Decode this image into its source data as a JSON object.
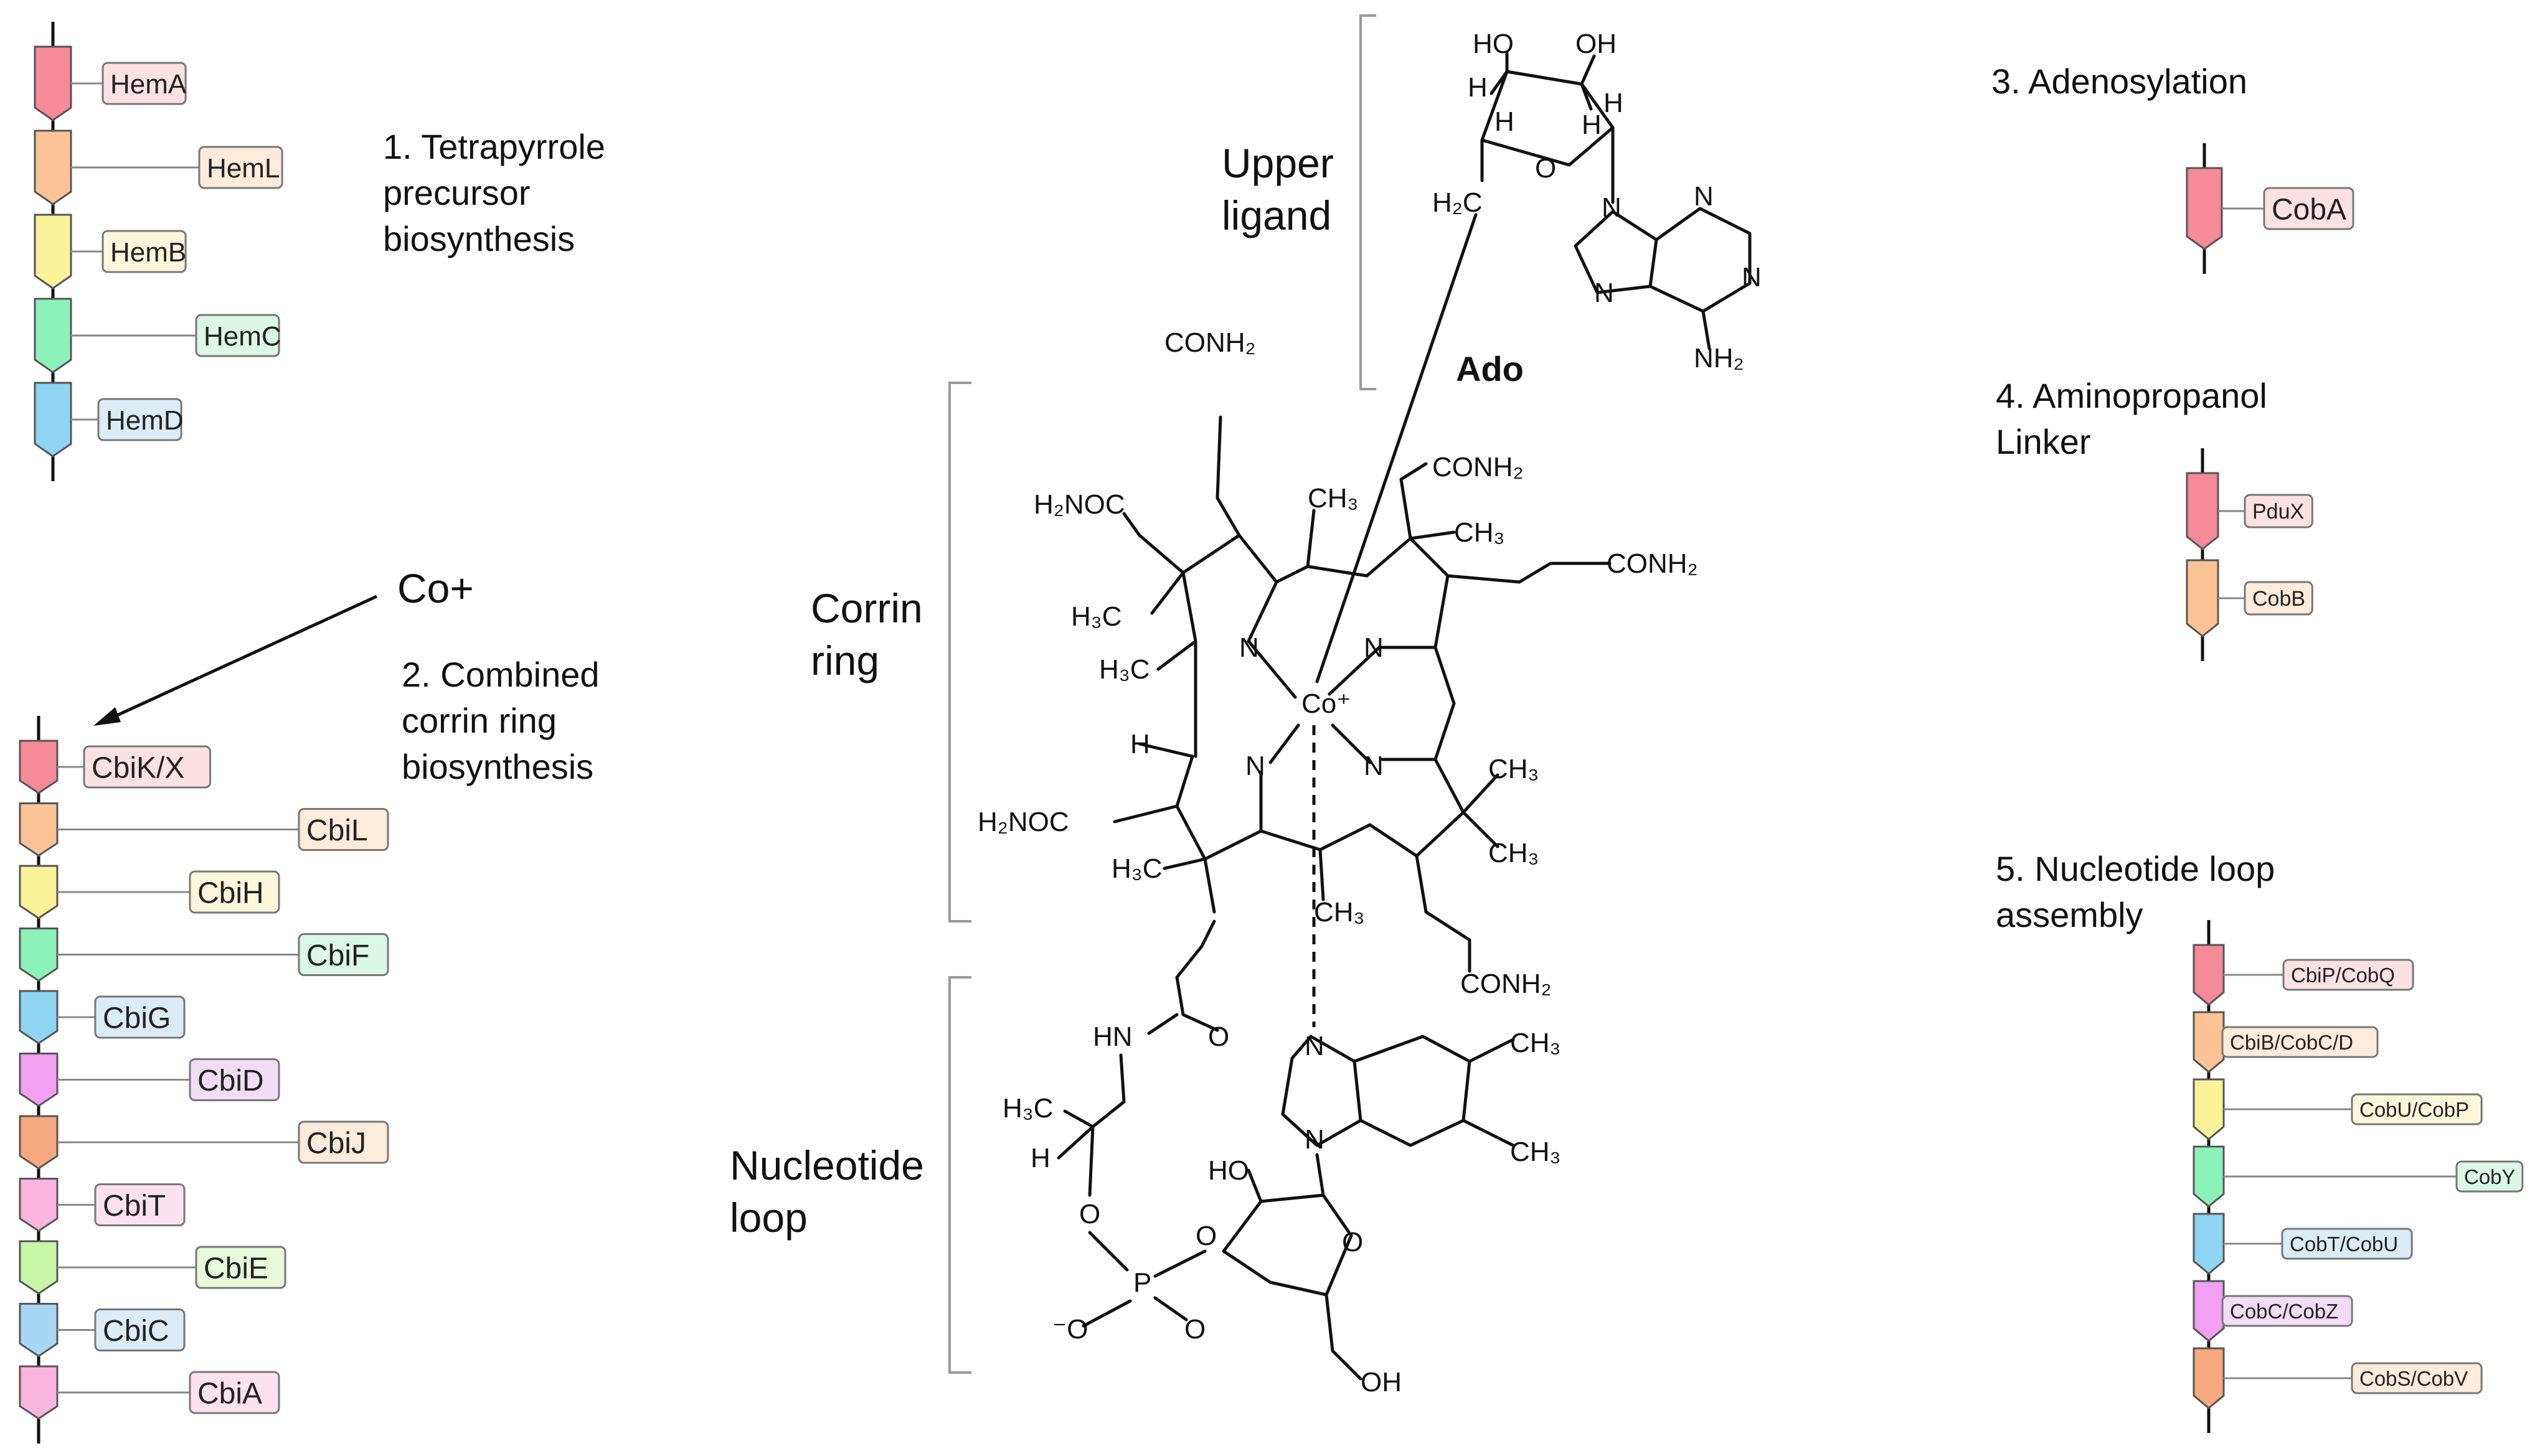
{
  "colors": {
    "red": "#f58a98",
    "orange": "#fbc395",
    "yellow": "#fbf39a",
    "green": "#8cf2b9",
    "blue": "#8fd5f3",
    "purple": "#f2a1f2",
    "orange2": "#f6a97f",
    "pink": "#f9b5dd",
    "lime": "#c8f6a6",
    "sky": "#a8d7f5",
    "red_box": "#fbe1e4",
    "orange_box": "#fdebdc",
    "yellow_box": "#fcf7dc",
    "green_box": "#dcf6e7",
    "blue_box": "#dcecf6",
    "purple_box": "#f3dcf5",
    "pink_box": "#fbe2ee",
    "lime_box": "#e7f8db"
  },
  "sections": {
    "s1": [
      "1. Tetrapyrrole",
      "precursor",
      "biosynthesis"
    ],
    "s2": [
      "2. Combined",
      "corrin ring",
      "biosynthesis"
    ],
    "s3": [
      "3. Adenosylation"
    ],
    "s4": [
      "4. Aminopropanol",
      "Linker"
    ],
    "s5": [
      "5. Nucleotide loop",
      "assembly"
    ]
  },
  "cobalt_arrow_label": "Co+",
  "gene_groups": {
    "g1": [
      {
        "name": "HemA",
        "color": "red"
      },
      {
        "name": "HemL",
        "color": "orange"
      },
      {
        "name": "HemB",
        "color": "yellow"
      },
      {
        "name": "HemC",
        "color": "green"
      },
      {
        "name": "HemD",
        "color": "blue"
      }
    ],
    "g2": [
      {
        "name": "CbiK/X",
        "color": "red"
      },
      {
        "name": "CbiL",
        "color": "orange"
      },
      {
        "name": "CbiH",
        "color": "yellow"
      },
      {
        "name": "CbiF",
        "color": "green"
      },
      {
        "name": "CbiG",
        "color": "blue"
      },
      {
        "name": "CbiD",
        "color": "purple"
      },
      {
        "name": "CbiJ",
        "color": "orange2"
      },
      {
        "name": "CbiT",
        "color": "pink"
      },
      {
        "name": "CbiE",
        "color": "lime"
      },
      {
        "name": "CbiC",
        "color": "sky"
      },
      {
        "name": "CbiA",
        "color": "pink"
      }
    ],
    "g3": [
      {
        "name": "CobA",
        "color": "red"
      }
    ],
    "g4": [
      {
        "name": "PduX",
        "color": "red"
      },
      {
        "name": "CobB",
        "color": "orange"
      }
    ],
    "g5": [
      {
        "name": "CbiP/CobQ",
        "color": "red"
      },
      {
        "name": "CbiB/CobC/D",
        "color": "orange"
      },
      {
        "name": "CobU/CobP",
        "color": "yellow"
      },
      {
        "name": "CobY",
        "color": "green"
      },
      {
        "name": "CobT/CobU",
        "color": "blue"
      },
      {
        "name": "CobC/CobZ",
        "color": "purple"
      },
      {
        "name": "CobS/CobV",
        "color": "orange2"
      }
    ]
  },
  "structure_labels": {
    "upper": [
      "Upper",
      "ligand"
    ],
    "corrin": [
      "Corrin",
      "ring"
    ],
    "loop": [
      "Nucleotide",
      "loop"
    ],
    "ado": "Ado"
  },
  "atoms": {
    "HO": "HO",
    "OH": "OH",
    "H": "H",
    "O": "O",
    "N": "N",
    "NH2": "NH₂",
    "H2C": "H₂C",
    "CONH2": "CONH₂",
    "H2NOC": "H₂NOC",
    "CH3": "CH₃",
    "H3C": "H₃C",
    "Co": "Co⁺",
    "HN": "HN",
    "P": "P",
    "Ominus": "⁻O"
  }
}
